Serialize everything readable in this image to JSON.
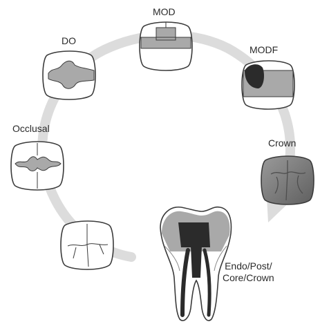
{
  "stages": {
    "mod": "MOD",
    "modf": "MODF",
    "do": "DO",
    "occlusal": "Occlusal",
    "crown": "Crown",
    "endo": {
      "line1": "Endo/Post/",
      "line2": "Core/Crown"
    }
  },
  "colors": {
    "arrow": "#dcdcdc",
    "filling": "#a9a9a9",
    "fracture": "#2b2b2b",
    "crown": "#7a7a7a",
    "tooth_outline": "#3a3a3a"
  }
}
